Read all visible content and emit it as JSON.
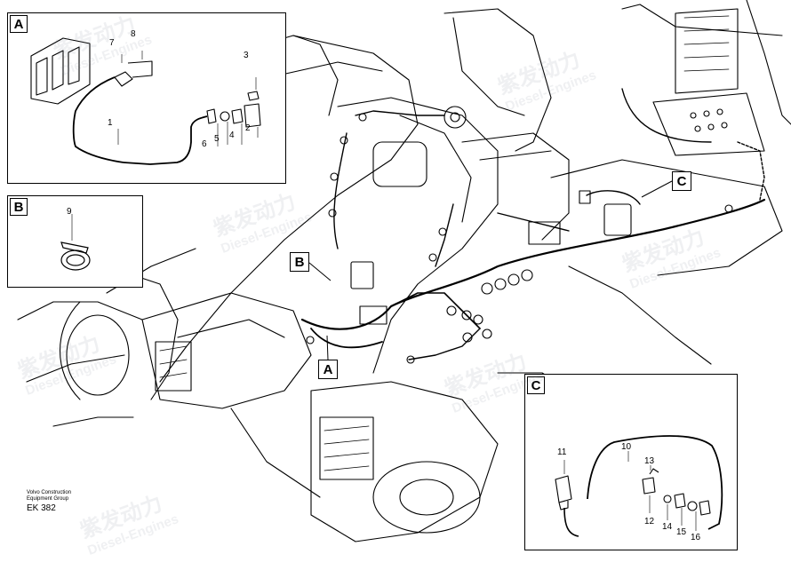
{
  "callouts": {
    "A": "A",
    "B": "B",
    "C": "C"
  },
  "detail_boxes": {
    "A": {
      "label": "A",
      "parts": [
        "1",
        "2",
        "3",
        "4",
        "5",
        "6",
        "7",
        "8"
      ]
    },
    "B": {
      "label": "B",
      "parts": [
        "9"
      ]
    },
    "C": {
      "label": "C",
      "parts": [
        "10",
        "11",
        "12",
        "13",
        "14",
        "15",
        "16"
      ]
    }
  },
  "footer": {
    "line1": "Volvo Construction",
    "line2": "Equipment Group",
    "code": "EK 382"
  },
  "watermark": {
    "brand_cn": "紫发动力",
    "brand_en": "Diesel-Engines"
  }
}
